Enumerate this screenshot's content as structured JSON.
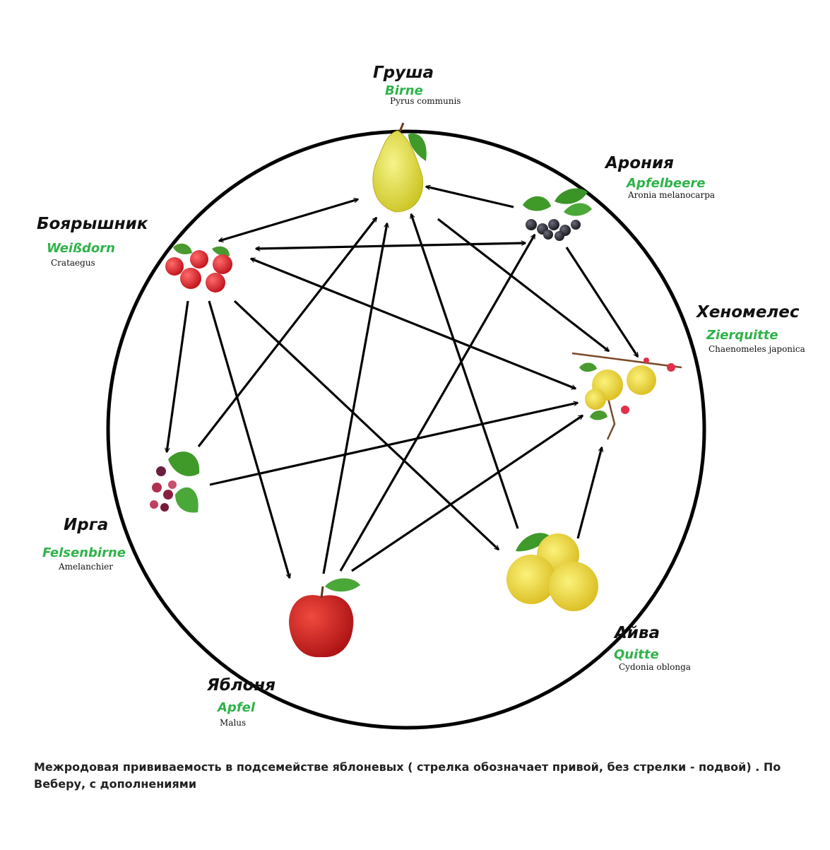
{
  "colors": {
    "outline": "#000000",
    "latin_name": "#2fb34a"
  },
  "nodes": {
    "pear": {
      "ru": "Груша",
      "de": "Birne",
      "la": "Pyrus communis",
      "icon": "pear-icon"
    },
    "aronia": {
      "ru": "Арония",
      "de": "Apfelbeere",
      "la": "Aronia melanocarpa",
      "icon": "aronia-berries-icon"
    },
    "hawthorn": {
      "ru": "Боярышник",
      "de": "Weißdorn",
      "la": "Crataegus",
      "icon": "hawthorn-berries-icon"
    },
    "chaeno": {
      "ru": "Хеномелес",
      "de": "Zierquitte",
      "la": "Chaenomeles japonica",
      "icon": "flowering-quince-icon"
    },
    "irga": {
      "ru": "Ирга",
      "de": "Felsenbirne",
      "la": "Amelanchier",
      "icon": "serviceberry-icon"
    },
    "apple": {
      "ru": "Яблоня",
      "de": "Apfel",
      "la": "Malus",
      "icon": "apple-icon"
    },
    "quince": {
      "ru": "Айва",
      "de": "Quitte",
      "la": "Cydonia oblonga",
      "icon": "quince-icon"
    }
  },
  "edges": [
    {
      "from": "hawthorn",
      "to": "pear",
      "heads": "both"
    },
    {
      "from": "hawthorn",
      "to": "aronia",
      "heads": "both"
    },
    {
      "from": "aronia",
      "to": "pear",
      "heads": "end"
    },
    {
      "from": "pear",
      "to": "chaeno",
      "heads": "end"
    },
    {
      "from": "aronia",
      "to": "chaeno",
      "heads": "end"
    },
    {
      "from": "chaeno",
      "to": "hawthorn",
      "heads": "both"
    },
    {
      "from": "hawthorn",
      "to": "irga",
      "heads": "end"
    },
    {
      "from": "hawthorn",
      "to": "apple",
      "heads": "end"
    },
    {
      "from": "hawthorn",
      "to": "quince",
      "heads": "end"
    },
    {
      "from": "irga",
      "to": "pear",
      "heads": "end"
    },
    {
      "from": "irga",
      "to": "chaeno",
      "heads": "end"
    },
    {
      "from": "apple",
      "to": "pear",
      "heads": "end"
    },
    {
      "from": "apple",
      "to": "aronia",
      "heads": "end"
    },
    {
      "from": "apple",
      "to": "chaeno",
      "heads": "end"
    },
    {
      "from": "quince",
      "to": "pear",
      "heads": "end"
    },
    {
      "from": "quince",
      "to": "chaeno",
      "heads": "end"
    }
  ],
  "caption": "Межродовая прививаемость в подсемействе яблоневых  ( стрелка обозначает привой, без стрелки - подвой)  . По Веберу, с дополнениями"
}
